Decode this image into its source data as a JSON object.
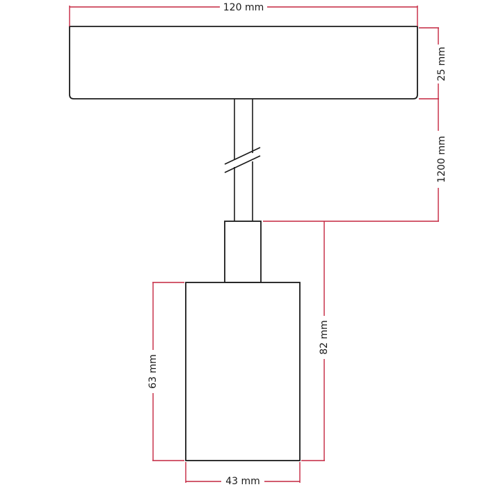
{
  "colors": {
    "dimension_line": "#c4253f",
    "outline": "#1a1a1a",
    "background": "#ffffff"
  },
  "dimensions": {
    "canopy_width": "120 mm",
    "canopy_height": "25 mm",
    "cable_length": "1200 mm",
    "shade_height": "63 mm",
    "lamp_height": "82 mm",
    "shade_width": "43 mm"
  }
}
